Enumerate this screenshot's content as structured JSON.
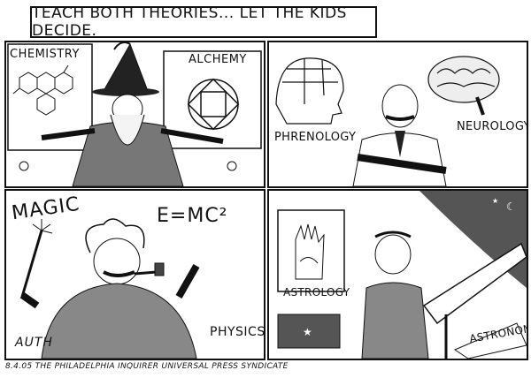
{
  "title": "TEACH BOTH THEORIES... LET THE KIDS DECIDE.",
  "panels": {
    "chemistry_label": "CHEMISTRY",
    "alchemy_label": "ALCHEMY",
    "phrenology_label": "PHRENOLOGY",
    "neurology_label": "NEUROLOGY",
    "magic_label": "MAGIC",
    "equation": "E=MC²",
    "physics_label": "PHYSICS",
    "signature": "AUTH",
    "astrology_label": "ASTROLOGY",
    "astronomy_label": "ASTRONOMY"
  },
  "credit": "8.4.05 THE PHILADELPHIA INQUIRER UNIVERSAL PRESS SYNDICATE",
  "colors": {
    "ink": "#111111",
    "paper": "#ffffff",
    "shade": "#888888"
  }
}
